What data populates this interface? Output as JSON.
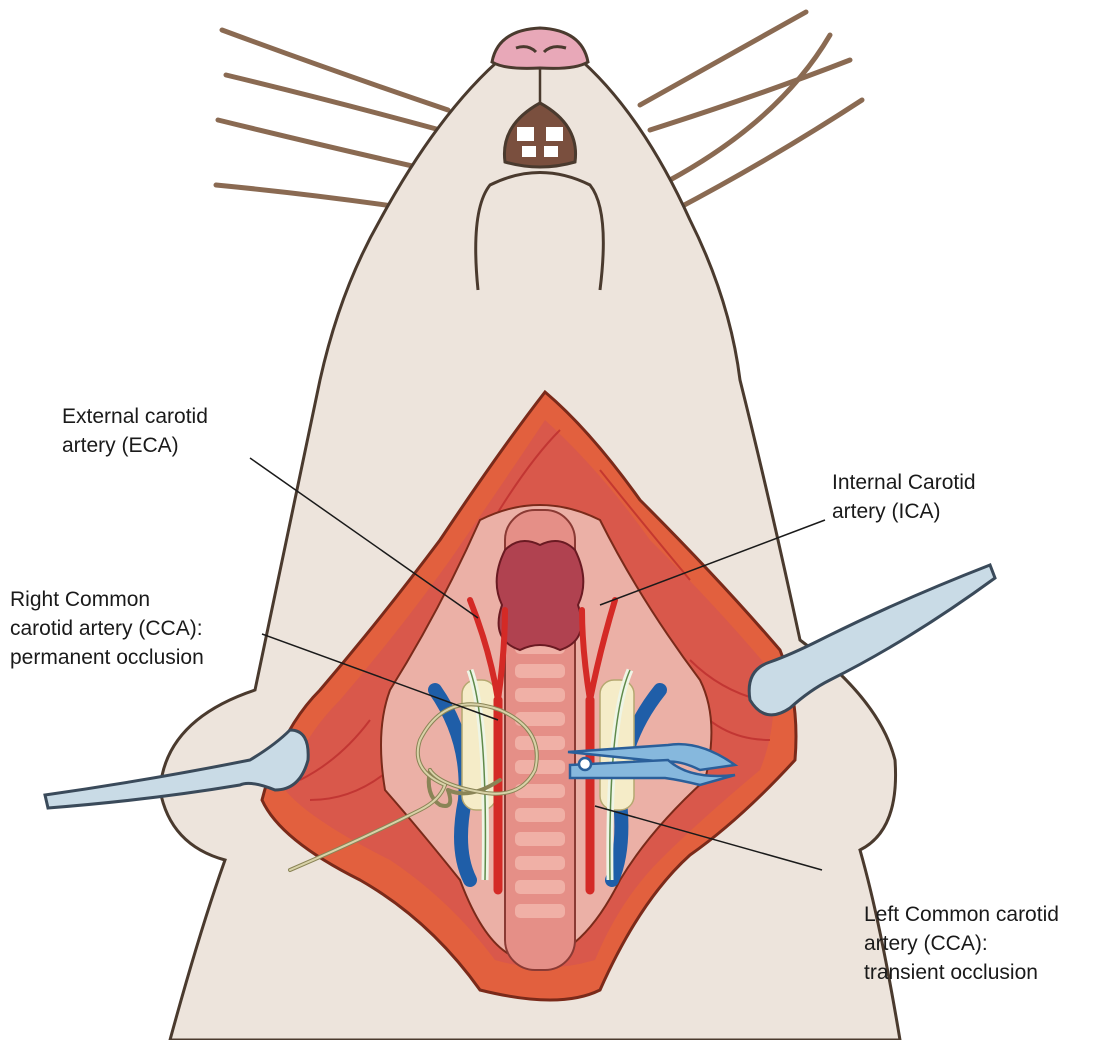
{
  "labels": {
    "eca": {
      "line1": "External carotid",
      "line2": "artery (ECA)"
    },
    "ica": {
      "line1": "Internal Carotid",
      "line2": "artery (ICA)"
    },
    "right_cca": {
      "line1": "Right Common",
      "line2": "carotid artery (CCA):",
      "line3": "permanent occlusion"
    },
    "left_cca": {
      "line1": "Left Common carotid",
      "line2": "artery (CCA):",
      "line3": "transient occlusion"
    }
  },
  "colors": {
    "skin": "#ede4dc",
    "skin_outline": "#4a3a2e",
    "incision": "#e2603e",
    "muscle": "#d9584b",
    "tissue": "#ebb0a6",
    "trachea": "#e58f87",
    "thyroid": "#b04250",
    "artery": "#d42a26",
    "vein": "#1f5ea8",
    "nerve_sheath": "#f5ecc8",
    "retractor": "#c9dbe6",
    "clip": "#86b8dd",
    "suture": "#d8d2a8",
    "nose": "#e8a8b8",
    "whisker": "#8a6a52"
  }
}
